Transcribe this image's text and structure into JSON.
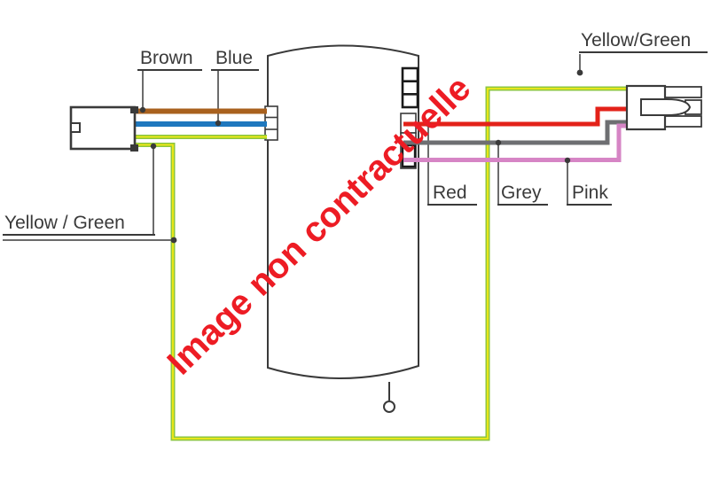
{
  "watermark": {
    "text": "Image non contractuelle",
    "color": "#ed1c24"
  },
  "labels": {
    "brown": "Brown",
    "blue": "Blue",
    "yellow_green_top": "Yellow/Green",
    "yellow_green_bottom": "Yellow / Green",
    "red": "Red",
    "grey": "Grey",
    "pink": "Pink"
  },
  "colors": {
    "brown": "#a9611e",
    "blue": "#1f78be",
    "yellow_green": "#8dc63f",
    "yellow_green_core": "#f3ea15",
    "red": "#e32219",
    "grey": "#6e6f72",
    "pink": "#d685c5",
    "outline": "#3a3a3a"
  }
}
